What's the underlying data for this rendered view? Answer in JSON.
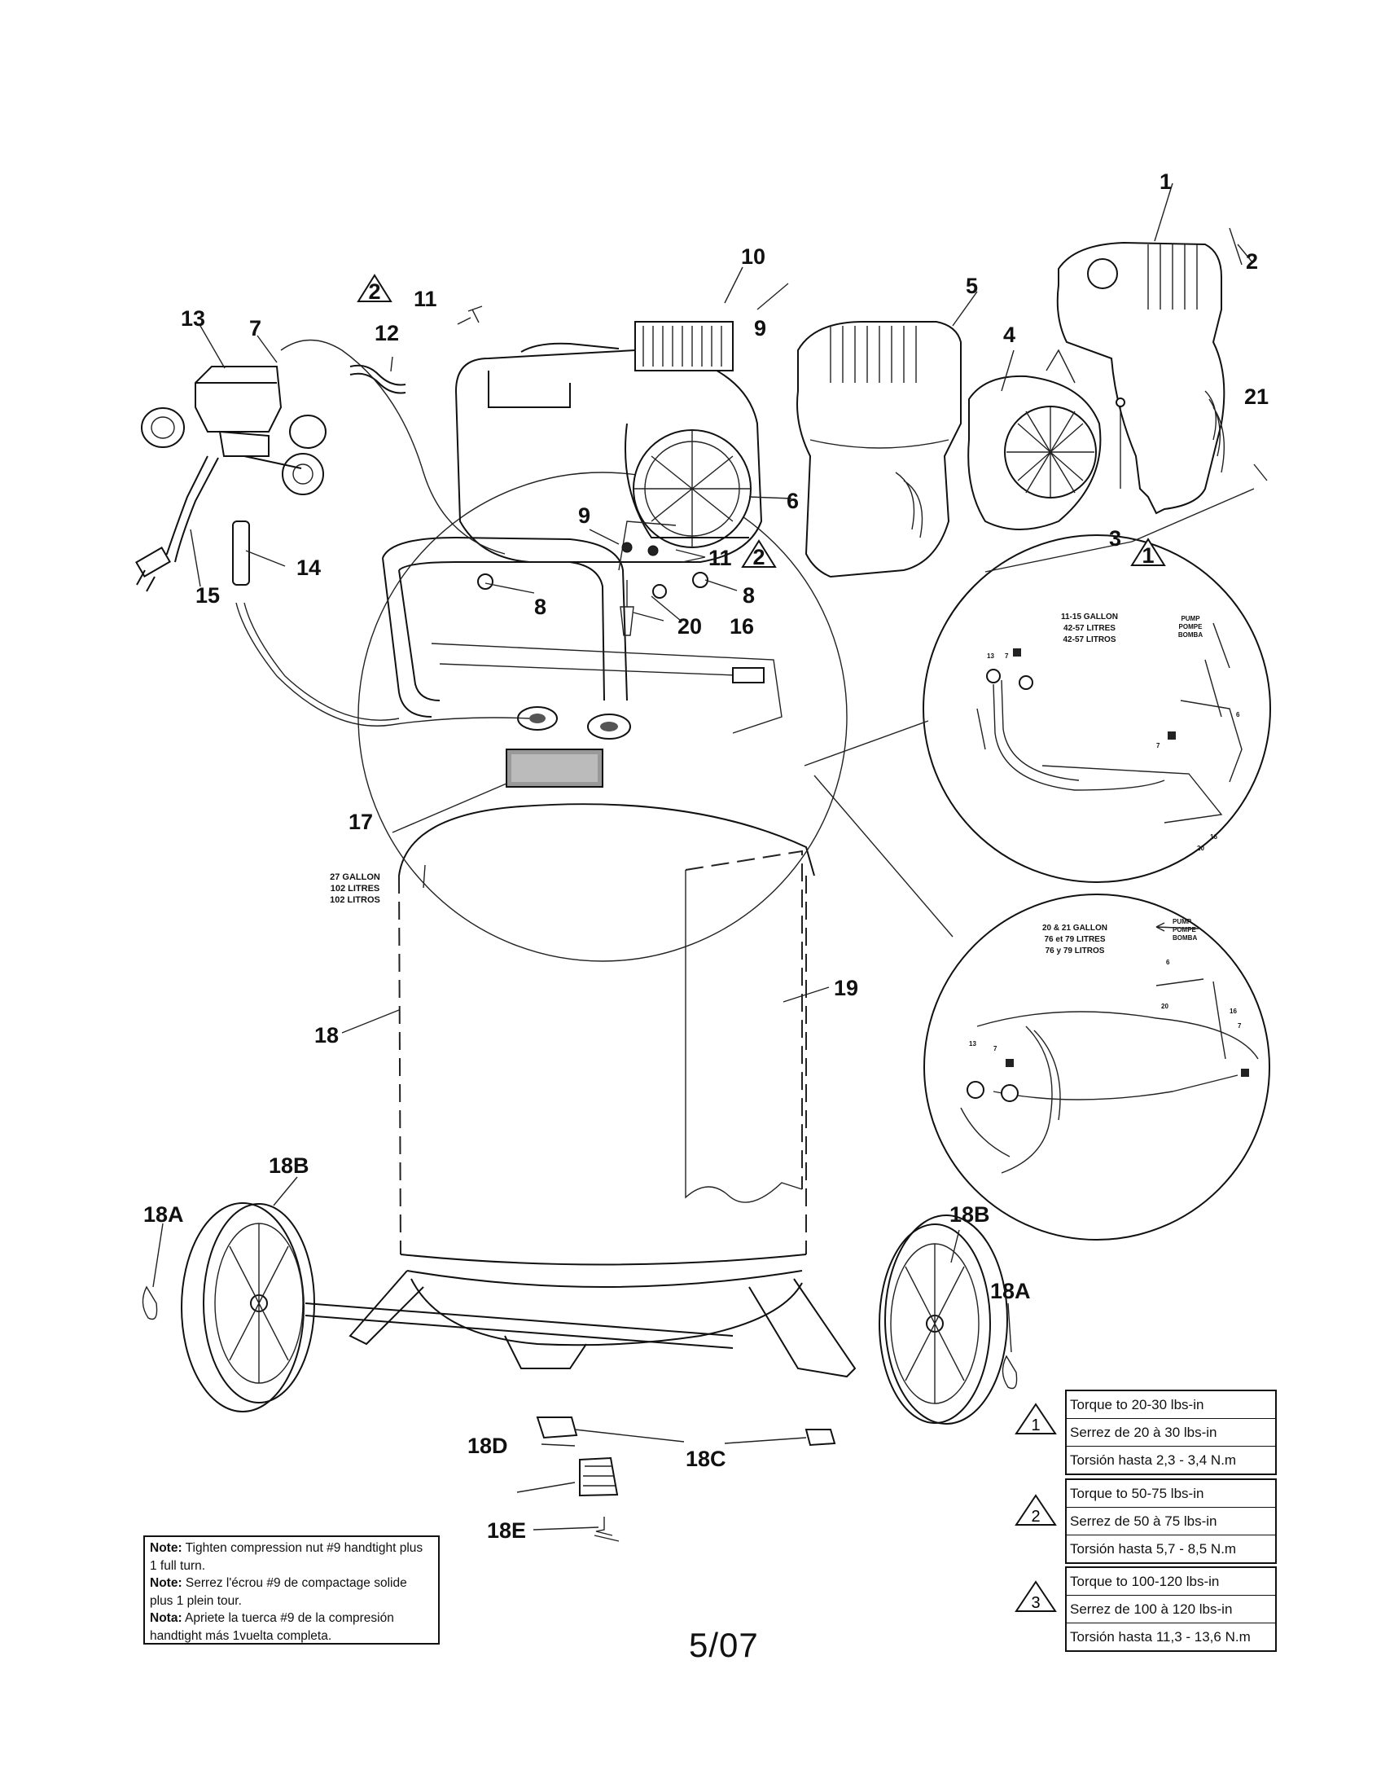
{
  "callouts": {
    "c1": "1",
    "c2": "2",
    "c3": "3",
    "c4": "4",
    "c5": "5",
    "c6": "6",
    "c7": "7",
    "c8a": "8",
    "c8b": "8",
    "c9a": "9",
    "c9b": "9",
    "c10": "10",
    "c11a": "11",
    "c11b": "11",
    "c12": "12",
    "c13": "13",
    "c14": "14",
    "c15": "15",
    "c16": "16",
    "c17": "17",
    "c18": "18",
    "c18a1": "18A",
    "c18a2": "18A",
    "c18b1": "18B",
    "c18b2": "18B",
    "c18c": "18C",
    "c18d": "18D",
    "c18e": "18E",
    "c19": "19",
    "c20": "20",
    "c21": "21"
  },
  "warning_markers": {
    "w1": "1",
    "w2a": "2",
    "w2b": "2"
  },
  "tank_capacity": {
    "line1": "27 GALLON",
    "line2": "102 LITRES",
    "line3": "102 LITROS"
  },
  "detail_upper": {
    "line1": "11-15 GALLON",
    "line2": "42-57 LITRES",
    "line3": "42-57 LITROS",
    "pump1": "PUMP",
    "pump2": "POMPE",
    "pump3": "BOMBA",
    "n13": "13",
    "n7a": "7",
    "n7b": "7",
    "n6": "6",
    "n16": "16",
    "n20": "20"
  },
  "detail_lower": {
    "line1": "20 & 21 GALLON",
    "line2": "76 et 79 LITRES",
    "line3": "76 y 79 LITROS",
    "pump1": "PUMP",
    "pump2": "POMPE",
    "pump3": "BOMBA",
    "n13": "13",
    "n7a": "7",
    "n7b": "7",
    "n6": "6",
    "n16": "16",
    "n20": "20"
  },
  "torque_table": [
    {
      "symbol": "1",
      "lines": [
        "Torque to 20-30 lbs-in",
        "Serrez de 20 à 30 lbs-in",
        "Torsión hasta 2,3 - 3,4 N.m"
      ]
    },
    {
      "symbol": "2",
      "lines": [
        "Torque to 50-75 lbs-in",
        "Serrez de 50 à 75 lbs-in",
        "Torsión hasta 5,7 - 8,5 N.m"
      ]
    },
    {
      "symbol": "3",
      "lines": [
        "Torque to 100-120 lbs-in",
        "Serrez de 100 à 120 lbs-in",
        "Torsión hasta 11,3 - 13,6 N.m"
      ]
    }
  ],
  "note": {
    "en_label": "Note:",
    "en_text": " Tighten compression nut #9 handtight plus 1 full turn.",
    "fr_label": "Note:",
    "fr_text": " Serrez l'écrou #9 de compactage solide plus 1 plein tour.",
    "es_label": "Nota:",
    "es_text": " Apriete la tuerca #9 de la compresión handtight más 1vuelta completa."
  },
  "page_number": "5/07"
}
